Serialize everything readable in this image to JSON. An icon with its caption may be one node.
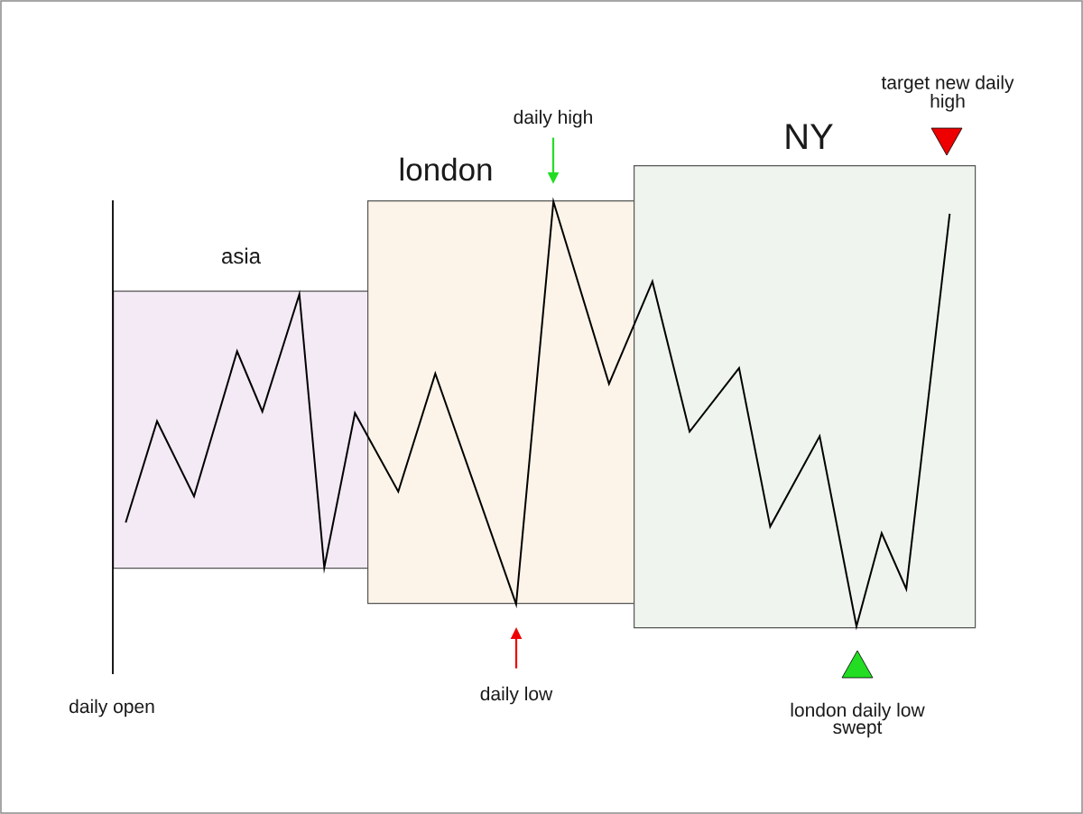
{
  "diagram": {
    "nodes": [
      {
        "text": [
          "asia"
        ]
      },
      {
        "text": [
          "london"
        ]
      },
      {
        "text": [
          "NY"
        ]
      },
      {
        "text": [
          "daily high"
        ]
      },
      {
        "text": [
          "daily low"
        ]
      }
    ],
    "edges": [
      {
        "from": 3,
        "to": null,
        "arrow": "to",
        "color": "#22dd22"
      },
      {
        "from": 4,
        "to": null,
        "arrow": "to",
        "color": "#ee0000"
      }
    ],
    "labels": [
      "target new daily high",
      "daily open",
      "london daily low swept"
    ]
  }
}
